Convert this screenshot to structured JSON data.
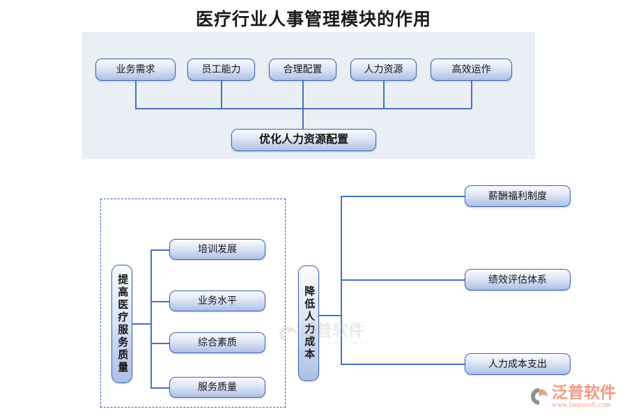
{
  "page": {
    "title": "医疗行业人事管理模块的作用",
    "background_color": "#ffffff"
  },
  "theme": {
    "panel_bg": "#eaeef5",
    "box_border": "#3e63ad",
    "box_fill_top": "#fbfcfe",
    "box_fill_bottom": "#aabfe4",
    "connector_color": "#4472c4",
    "dashed_frame_color": "#2f5bbf",
    "logo_color": "#f09a84",
    "watermark_color": "#b9bcc4"
  },
  "top_diagram": {
    "inputs": [
      {
        "label": "业务需求"
      },
      {
        "label": "员工能力"
      },
      {
        "label": "合理配置"
      },
      {
        "label": "人力资源"
      },
      {
        "label": "高效运作"
      }
    ],
    "outcome": {
      "label": "优化人力资源配置"
    }
  },
  "bottom_diagram": {
    "left_group": {
      "root": {
        "label": "提高医疗服务质量"
      },
      "children": [
        {
          "label": "培训发展"
        },
        {
          "label": "业务水平"
        },
        {
          "label": "综合素质"
        },
        {
          "label": "服务质量"
        }
      ]
    },
    "right_group": {
      "root": {
        "label": "降低人力成本"
      },
      "children": [
        {
          "label": "薪酬福利制度"
        },
        {
          "label": "绩效评估体系"
        },
        {
          "label": "人力成本支出"
        }
      ]
    }
  },
  "watermark": {
    "cn": "泛普软件",
    "en": "FANPU SOFTWARE"
  },
  "logo": {
    "cn": "泛普软件",
    "url": "www.fanpusoft.com"
  }
}
